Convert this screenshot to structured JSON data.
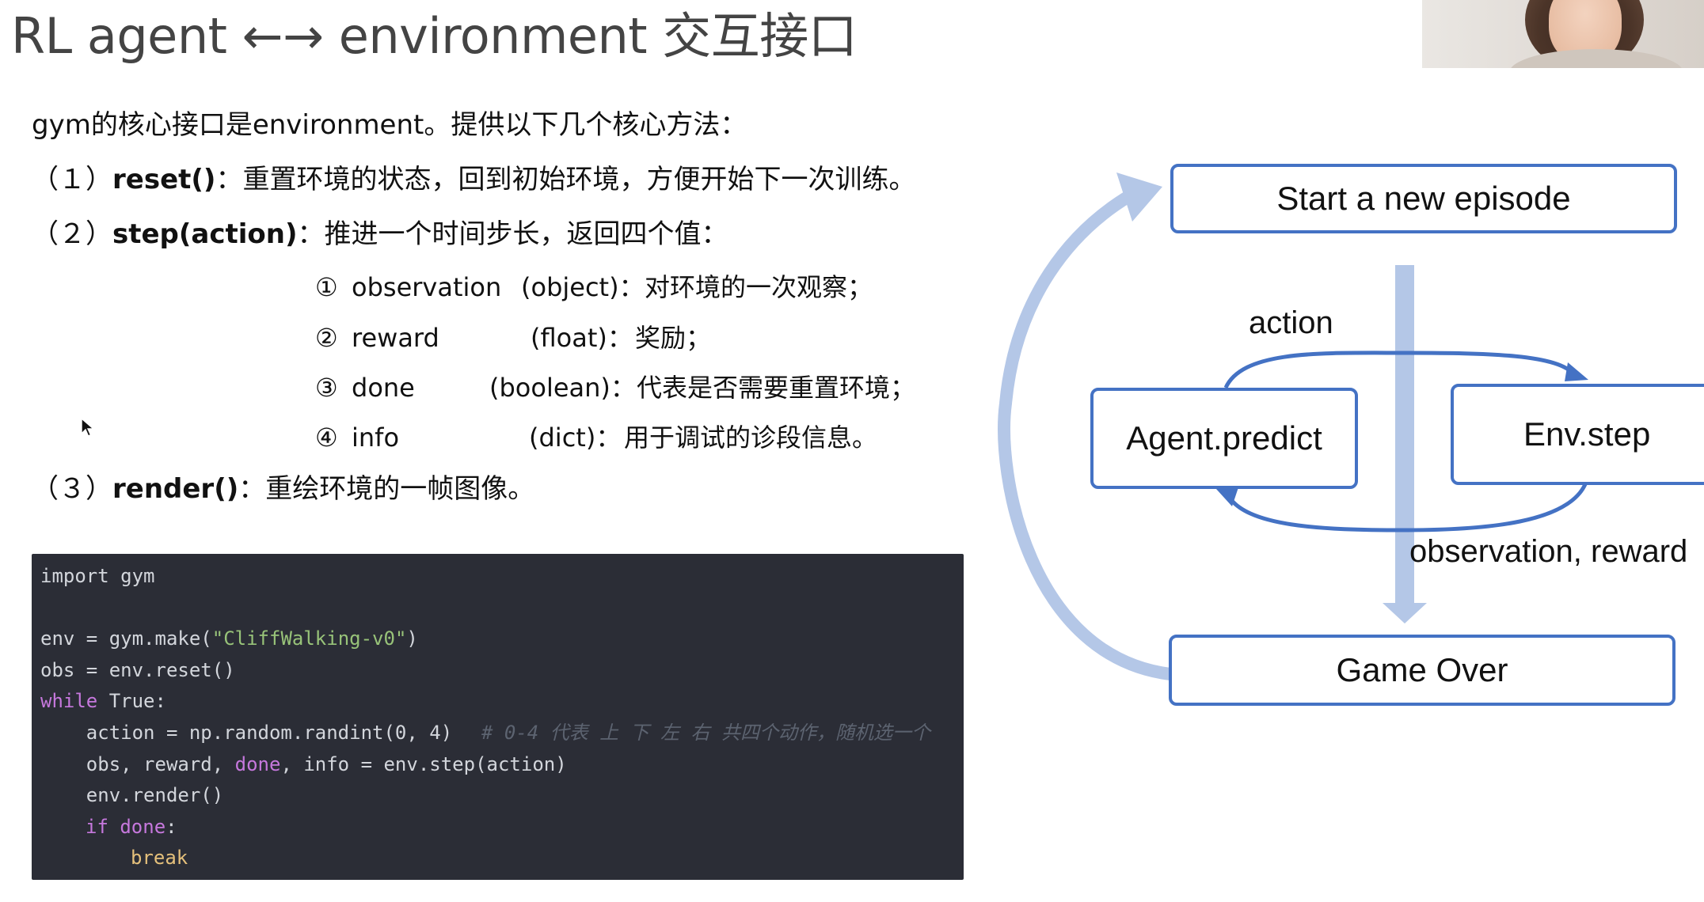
{
  "slide": {
    "title": "RL agent ←→ environment 交互接口"
  },
  "intro": "gym的核心接口是environment。提供以下几个核心方法：",
  "methods": [
    {
      "num": "（１）",
      "name": "reset()",
      "desc": "：重置环境的状态，回到初始环境，方便开始下一次训练。"
    },
    {
      "num": "（２）",
      "name": "step(action)",
      "desc": "：推进一个时间步长，返回四个值："
    },
    {
      "num": "（３）",
      "name": "render()",
      "desc": "：重绘环境的一帧图像。"
    }
  ],
  "returns": [
    {
      "marker": "①",
      "name": "observation",
      "type": "(object)：",
      "desc": "对环境的一次观察；"
    },
    {
      "marker": "②",
      "name": "reward",
      "type": "(float)：",
      "desc": "奖励；"
    },
    {
      "marker": "③",
      "name": "done",
      "type": "(boolean)：",
      "desc": "代表是否需要重置环境；"
    },
    {
      "marker": "④",
      "name": "info",
      "type": "(dict)：",
      "desc": "用于调试的诊段信息。"
    }
  ],
  "code": {
    "line1": "import gym",
    "line3a": "env = gym.make(",
    "line3s": "\"CliffWalking-v0\"",
    "line3b": ")",
    "line4": "obs = env.reset()",
    "line5k": "while",
    "line5b": " True:",
    "line6a": "    action = np.random.randint(0, 4)",
    "line6c": "# 0-4 代表 上 下 左 右 共四个动作，随机选一个",
    "line7a": "    obs, reward, ",
    "line7k": "done",
    "line7b": ", info = env.step(action)",
    "line8": "    env.render()",
    "line9k": "if",
    "line9b": " done",
    "line9c": ":",
    "line10": "break"
  },
  "diagram": {
    "start_label": "Start a new episode",
    "agent_label": "Agent.predict",
    "env_label": "Env.step",
    "gameover_label": "Game Over",
    "action_label": "action",
    "obs_label": "observation, reward",
    "colors": {
      "box_border": "#4472c4",
      "loop_arrow": "#b4c7e7",
      "down_arrow": "#b4c7e7"
    }
  }
}
